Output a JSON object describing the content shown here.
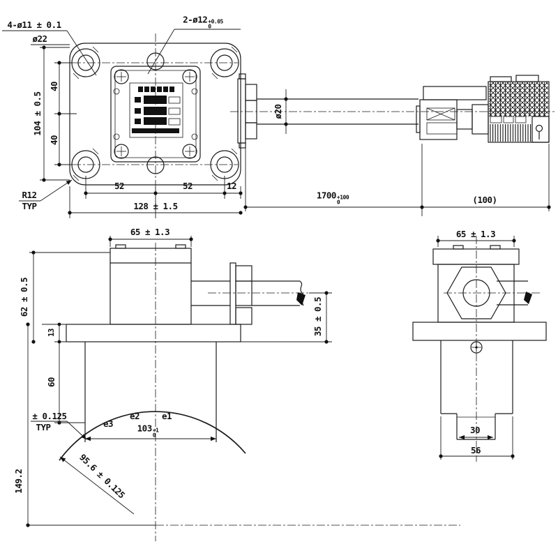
{
  "front_view": {
    "dim_corner_holes": "4-ø11 ± 0.1",
    "dim_counterbore": "ø22",
    "dim_center_holes": {
      "main": "2-ø12",
      "tol_up": "+0.05",
      "tol_dn": "0"
    },
    "dim_height": "104 ± 0.5",
    "dim_40_top": "40",
    "dim_40_bottom": "40",
    "dim_corner_radius": "R12",
    "dim_corner_radius_note": "TYP",
    "dim_52_left": "52",
    "dim_52_right": "52",
    "dim_12": "12",
    "dim_width": "128 ± 1.5"
  },
  "cable_view": {
    "dim_cable_dia": "ø20",
    "dim_cable_length": {
      "main": "1700",
      "tol_up": "+100",
      "tol_dn": "0"
    },
    "dim_connector_length": "(100)"
  },
  "side_view": {
    "dim_body_width": "65 ± 1.3",
    "dim_body_height": "62 ± 0.5",
    "dim_flange_thickness": "13",
    "dim_probe_length": "60",
    "dim_cable_height": "35 ± 0.5",
    "dim_overall_height": "149.2",
    "dim_arc_tol": "± 0.125",
    "dim_arc_tol_note": "TYP",
    "zone_e3": "e3",
    "zone_e2": "e2",
    "zone_e1": "e1",
    "dim_arc_chord": {
      "main": "103",
      "tol_up": "+1",
      "tol_dn": "0"
    },
    "dim_arc_radius": "95.6 ± 0.125"
  },
  "end_view": {
    "dim_body_width": "65 ± 1.3",
    "dim_recess_width": "30",
    "dim_probe_width": "56"
  }
}
